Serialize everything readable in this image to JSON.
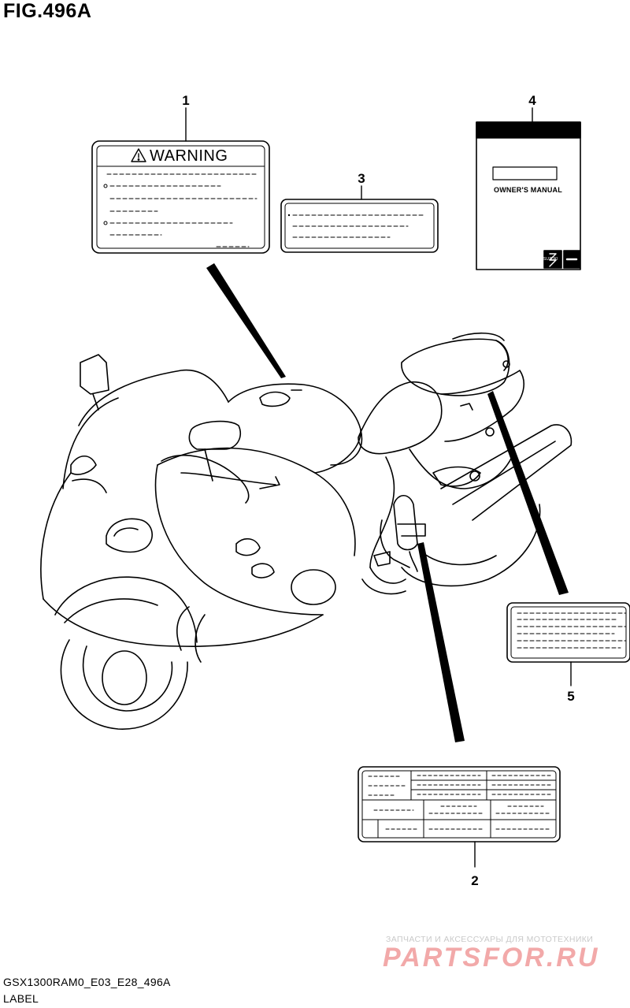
{
  "figure": {
    "title": "FIG.496A",
    "model_code": "GSX1300RAM0_E03_E28_496A",
    "section_name": "LABEL"
  },
  "parts": [
    {
      "ref": "1",
      "text": "WARNING"
    },
    {
      "ref": "2",
      "text": ""
    },
    {
      "ref": "3",
      "text": ""
    },
    {
      "ref": "4",
      "text": "OWNER'S MANUAL"
    },
    {
      "ref": "5",
      "text": ""
    }
  ],
  "brand_mark": "SUZUKI",
  "watermark": {
    "line1": "ЗАПЧАСТИ И АКСЕССУАРЫ ДЛЯ МОТОТЕХНИКИ",
    "line2": "PARTSFOR.RU"
  },
  "icons": [
    "warning-triangle-icon",
    "suzuki-logo-icon",
    "motorcycle-illustration"
  ]
}
